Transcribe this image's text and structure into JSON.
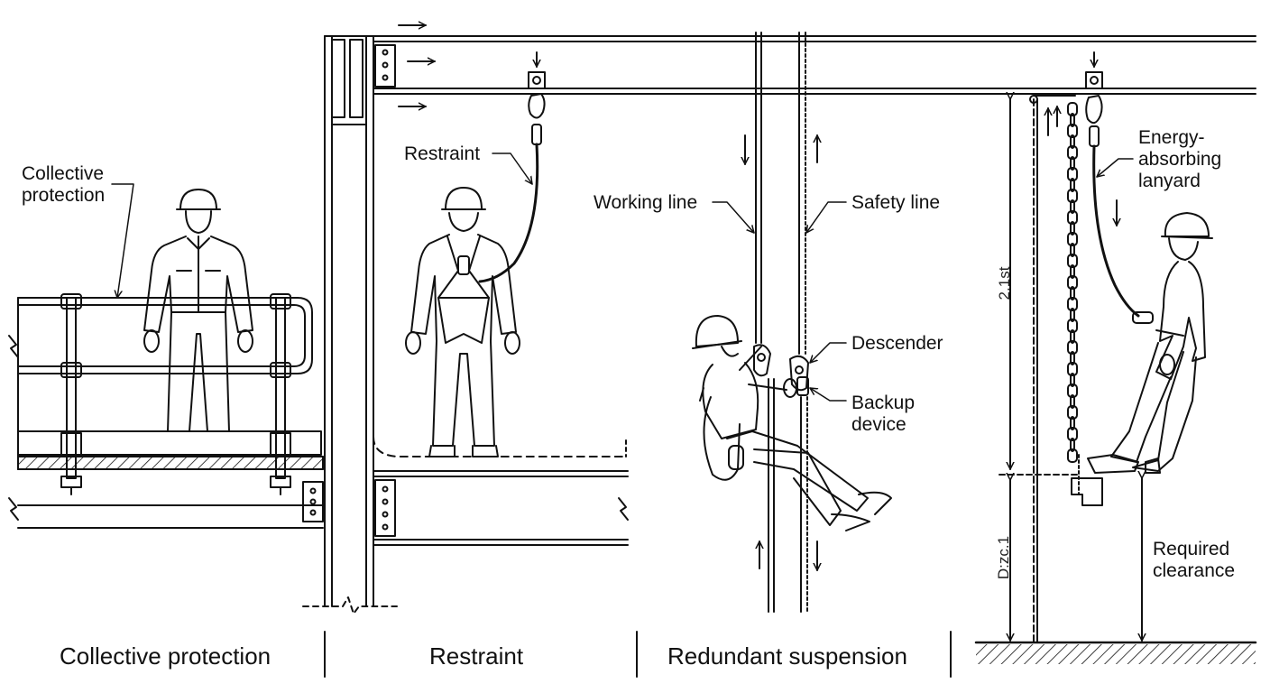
{
  "labels": {
    "collective_protection_line1": "Collective",
    "collective_protection_line2": "protection",
    "restraint": "Restraint",
    "working_line": "Working line",
    "safety_line": "Safety line",
    "descender": "Descender",
    "backup_device_line1": "Backup",
    "backup_device_line2": "device",
    "energy_absorbing_line1": "Energy-",
    "energy_absorbing_line2": "absorbing",
    "energy_absorbing_line3": "lanyard",
    "required_clearance_line1": "Required",
    "required_clearance_line2": "clearance"
  },
  "dimensions": {
    "upper": "2.1st",
    "lower": "D:zc.1"
  },
  "captions": {
    "collective": "Collective protection",
    "restraint": "Restraint",
    "redundant": "Redundant suspension"
  },
  "colors": {
    "ink": "#111111",
    "background": "#ffffff"
  }
}
